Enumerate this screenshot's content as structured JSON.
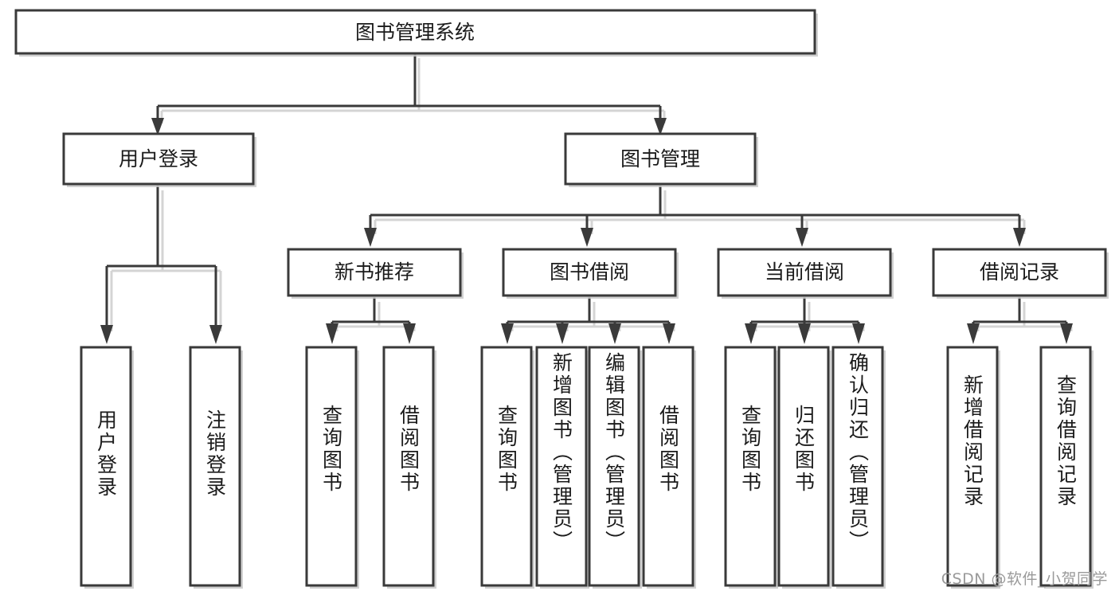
{
  "diagram": {
    "type": "tree-hierarchy",
    "title": "图书管理系统",
    "root": {
      "id": "root",
      "label": "图书管理系统"
    },
    "level2": [
      {
        "id": "user-login",
        "label": "用户登录"
      },
      {
        "id": "book-management",
        "label": "图书管理"
      }
    ],
    "level3": [
      {
        "id": "new-book-recommend",
        "label": "新书推荐",
        "parent": "book-management"
      },
      {
        "id": "book-borrow",
        "label": "图书借阅",
        "parent": "book-management"
      },
      {
        "id": "current-borrow",
        "label": "当前借阅",
        "parent": "book-management"
      },
      {
        "id": "borrow-record",
        "label": "借阅记录",
        "parent": "book-management"
      }
    ],
    "leaves": [
      {
        "id": "leaf-user-login",
        "label": "用户登录",
        "parent": "user-login"
      },
      {
        "id": "leaf-logout-login",
        "label": "注销登录",
        "parent": "user-login"
      },
      {
        "id": "leaf-query-book-1",
        "label": "查询图书",
        "parent": "new-book-recommend"
      },
      {
        "id": "leaf-borrow-book-1",
        "label": "借阅图书",
        "parent": "new-book-recommend"
      },
      {
        "id": "leaf-query-book-2",
        "label": "查询图书",
        "parent": "book-borrow"
      },
      {
        "id": "leaf-add-book",
        "label": "新增图书（管理员）",
        "parent": "book-borrow"
      },
      {
        "id": "leaf-edit-book",
        "label": "编辑图书（管理员）",
        "parent": "book-borrow"
      },
      {
        "id": "leaf-borrow-book-2",
        "label": "借阅图书",
        "parent": "book-borrow"
      },
      {
        "id": "leaf-query-book-3",
        "label": "查询图书",
        "parent": "current-borrow"
      },
      {
        "id": "leaf-return-book",
        "label": "归还图书",
        "parent": "current-borrow"
      },
      {
        "id": "leaf-confirm-return",
        "label": "确认归还（管理员）",
        "parent": "current-borrow"
      },
      {
        "id": "leaf-add-borrow-record",
        "label": "新增借阅记录",
        "parent": "borrow-record"
      },
      {
        "id": "leaf-query-borrow-record",
        "label": "查询借阅记录",
        "parent": "borrow-record"
      }
    ],
    "colors": {
      "box_stroke": "#3a3a3a",
      "box_fill": "#ffffff",
      "text": "#1b1b1b",
      "shadow": "#c9c9c9",
      "watermark": "#9a9a9a",
      "background": "#ffffff"
    }
  },
  "watermark": {
    "text": "CSDN @软件_小贺同学"
  }
}
